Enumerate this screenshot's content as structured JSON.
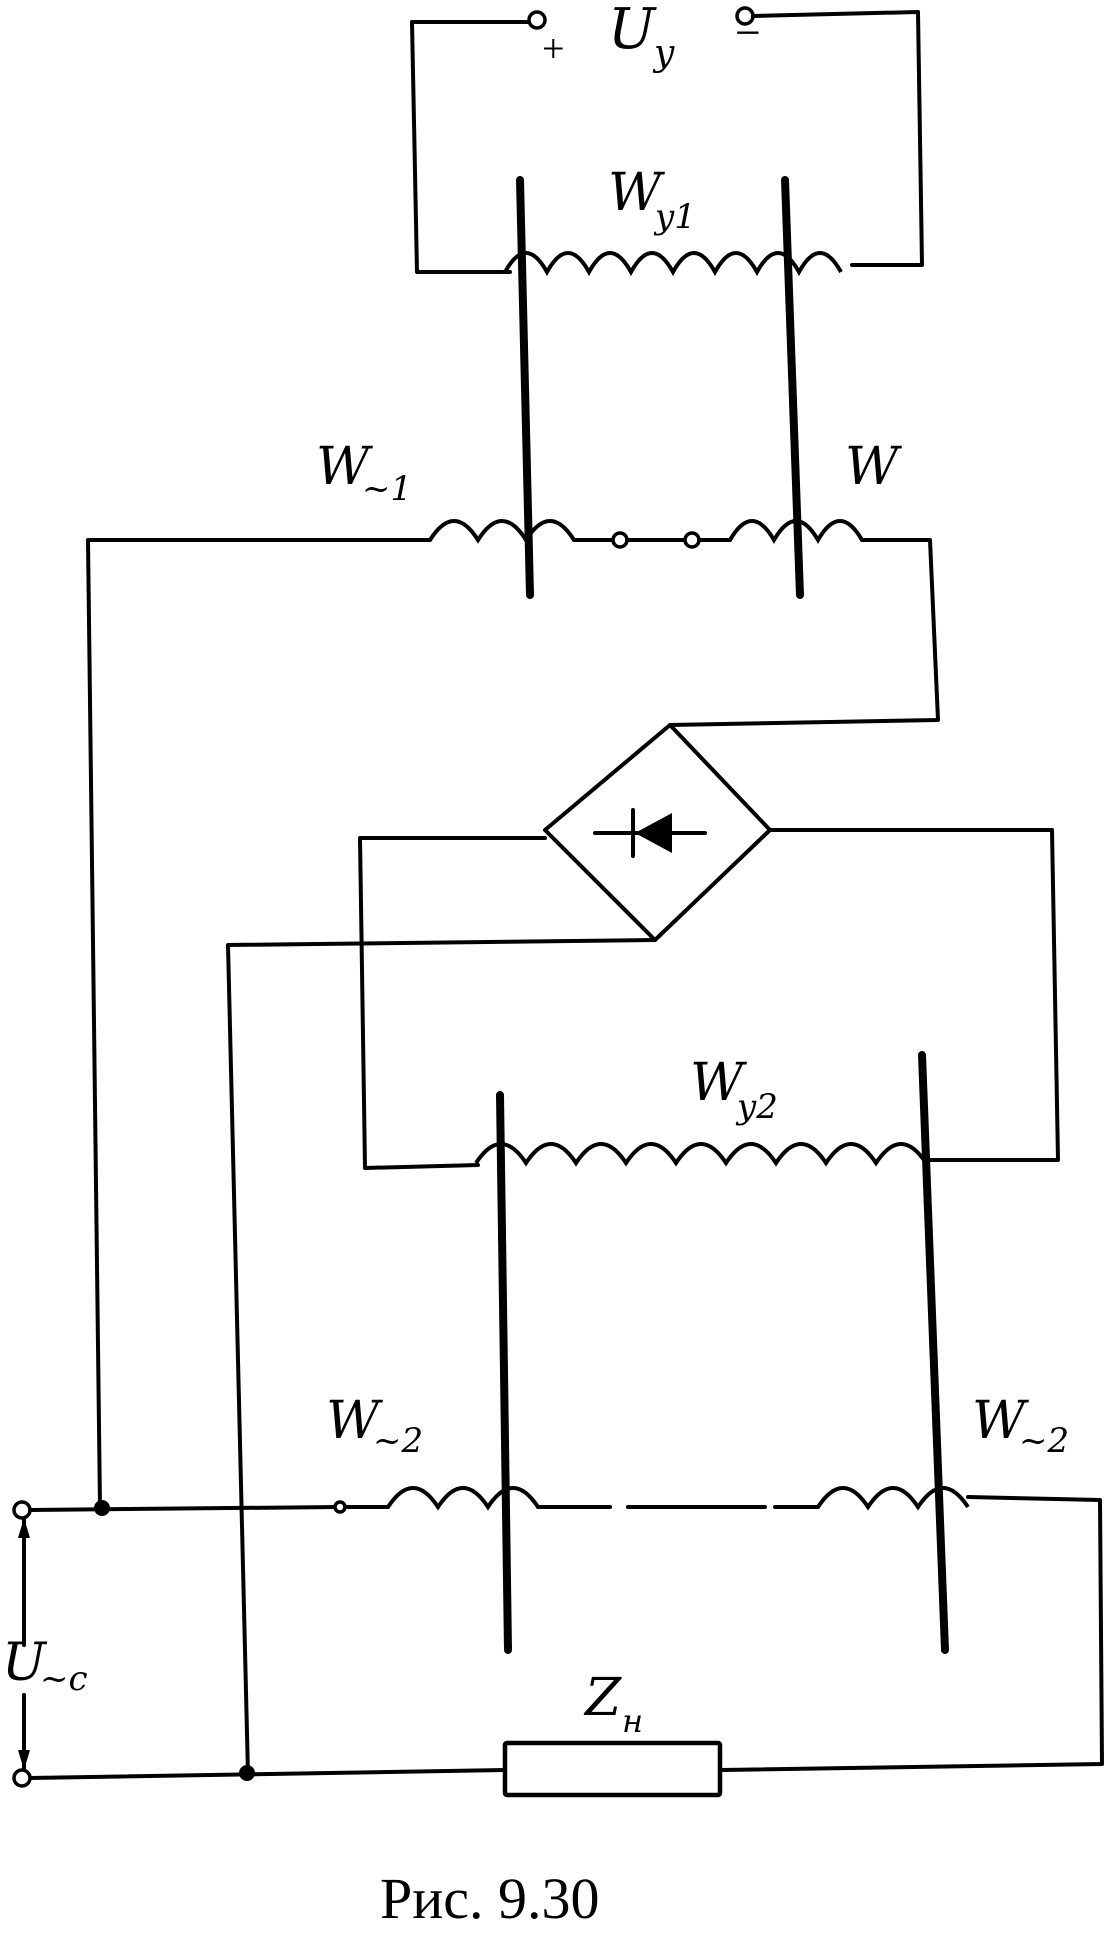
{
  "labels": {
    "u_y": "U",
    "u_y_sub": "y",
    "plus": "+",
    "minus": "−",
    "w_y1": "W",
    "w_y1_sub": "y1",
    "w_1": "W",
    "w_1_sub": "~1",
    "w": "W",
    "w_y2": "W",
    "w_y2_sub": "y2",
    "w_2_left": "W",
    "w_2_left_sub": "~2",
    "w_2_right": "W",
    "w_2_right_sub": "~2",
    "u_c": "U",
    "u_c_sub": "~c",
    "z_n": "Z",
    "z_n_sub": "н"
  },
  "caption": "Рис. 9.30"
}
